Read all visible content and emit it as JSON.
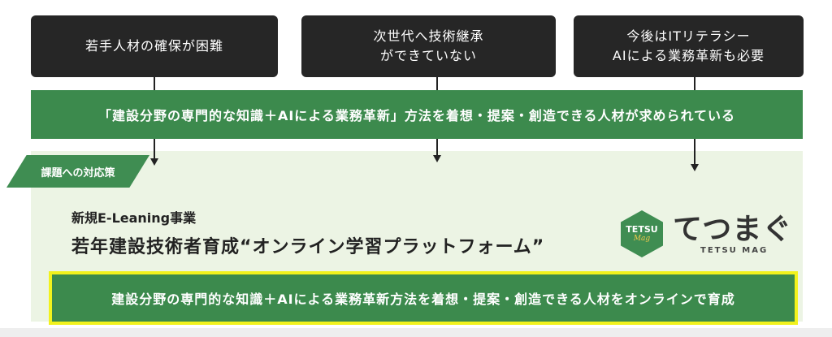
{
  "issues": [
    {
      "text": "若手人材の確保が困難"
    },
    {
      "text": "次世代へ技術継承\nができていない"
    },
    {
      "text": "今後はITリテラシー\nAIによる業務革新も必要"
    }
  ],
  "requirement": {
    "text": "「建設分野の専門的な知識＋AIによる業務革新」方法を着想・提案・創造できる人材が求められている"
  },
  "solution": {
    "tag": "課題への対応策",
    "subtitle": "新規E-Leaning事業",
    "title": "若年建設技術者育成“オンライン学習プラットフォーム”",
    "logo": {
      "badge_text": "TETSU",
      "badge_sub": "Mag",
      "name": "てつまぐ",
      "sub": "TETSU MAG"
    },
    "goal": "建設分野の専門的な知識＋AIによる業務革新方法を着想・提案・創造できる人材をオンラインで育成"
  },
  "colors": {
    "dark_box": "#262626",
    "green": "#3c8a4d",
    "panel_bg": "#ecf4e4",
    "highlight_border": "#f2f21d"
  }
}
